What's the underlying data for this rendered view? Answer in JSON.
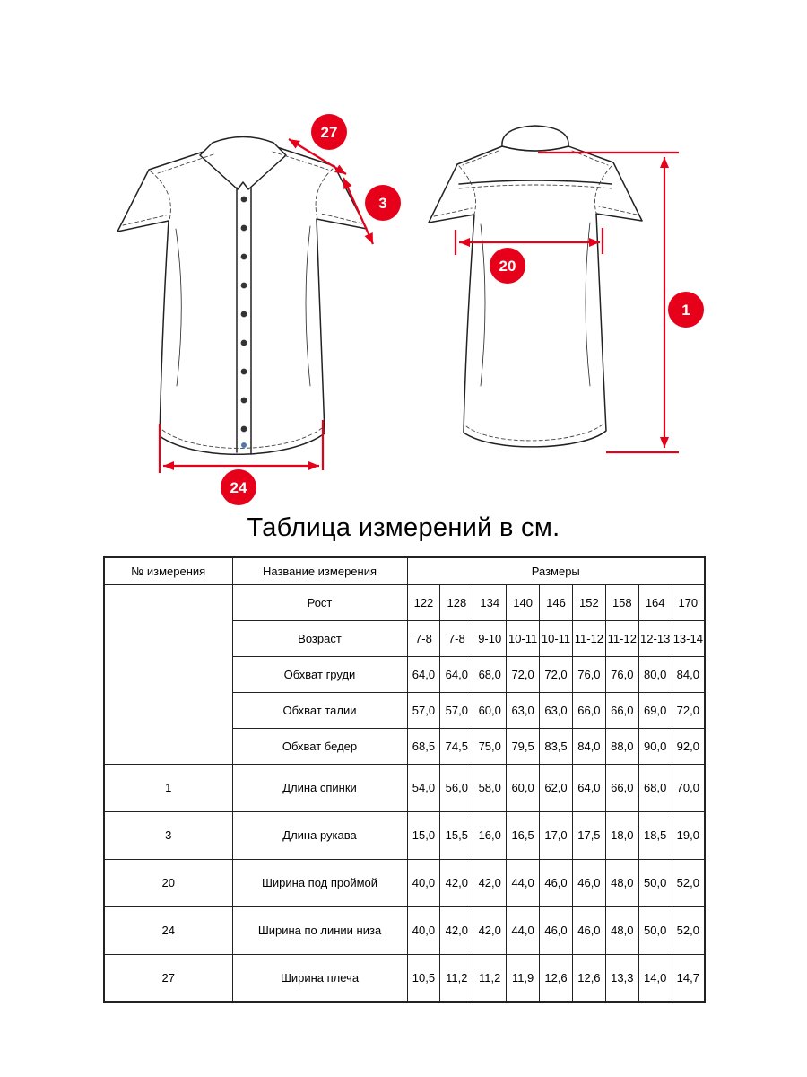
{
  "title": "Таблица измерений в см.",
  "diagram": {
    "accent_color": "#e60019",
    "markers": {
      "shoulder": "27",
      "sleeve": "3",
      "chest": "20",
      "bottom": "24",
      "back_length": "1"
    }
  },
  "table": {
    "headers": {
      "number": "№ измерения",
      "name": "Название измерения",
      "sizes": "Размеры"
    },
    "general_rows": [
      {
        "name": "Рост",
        "values": [
          "122",
          "128",
          "134",
          "140",
          "146",
          "152",
          "158",
          "164",
          "170"
        ]
      },
      {
        "name": "Возраст",
        "values": [
          "7-8",
          "7-8",
          "9-10",
          "10-11",
          "10-11",
          "11-12",
          "11-12",
          "12-13",
          "13-14"
        ]
      },
      {
        "name": "Обхват груди",
        "values": [
          "64,0",
          "64,0",
          "68,0",
          "72,0",
          "72,0",
          "76,0",
          "76,0",
          "80,0",
          "84,0"
        ]
      },
      {
        "name": "Обхват талии",
        "values": [
          "57,0",
          "57,0",
          "60,0",
          "63,0",
          "63,0",
          "66,0",
          "66,0",
          "69,0",
          "72,0"
        ]
      },
      {
        "name": "Обхват бедер",
        "values": [
          "68,5",
          "74,5",
          "75,0",
          "79,5",
          "83,5",
          "84,0",
          "88,0",
          "90,0",
          "92,0"
        ]
      }
    ],
    "measure_rows": [
      {
        "number": "1",
        "name": "Длина спинки",
        "values": [
          "54,0",
          "56,0",
          "58,0",
          "60,0",
          "62,0",
          "64,0",
          "66,0",
          "68,0",
          "70,0"
        ]
      },
      {
        "number": "3",
        "name": "Длина рукава",
        "values": [
          "15,0",
          "15,5",
          "16,0",
          "16,5",
          "17,0",
          "17,5",
          "18,0",
          "18,5",
          "19,0"
        ]
      },
      {
        "number": "20",
        "name": "Ширина под проймой",
        "values": [
          "40,0",
          "42,0",
          "42,0",
          "44,0",
          "46,0",
          "46,0",
          "48,0",
          "50,0",
          "52,0"
        ]
      },
      {
        "number": "24",
        "name": "Ширина по линии низа",
        "values": [
          "40,0",
          "42,0",
          "42,0",
          "44,0",
          "46,0",
          "46,0",
          "48,0",
          "50,0",
          "52,0"
        ]
      },
      {
        "number": "27",
        "name": "Ширина плеча",
        "values": [
          "10,5",
          "11,2",
          "11,2",
          "11,9",
          "12,6",
          "12,6",
          "13,3",
          "14,0",
          "14,7"
        ]
      }
    ]
  }
}
